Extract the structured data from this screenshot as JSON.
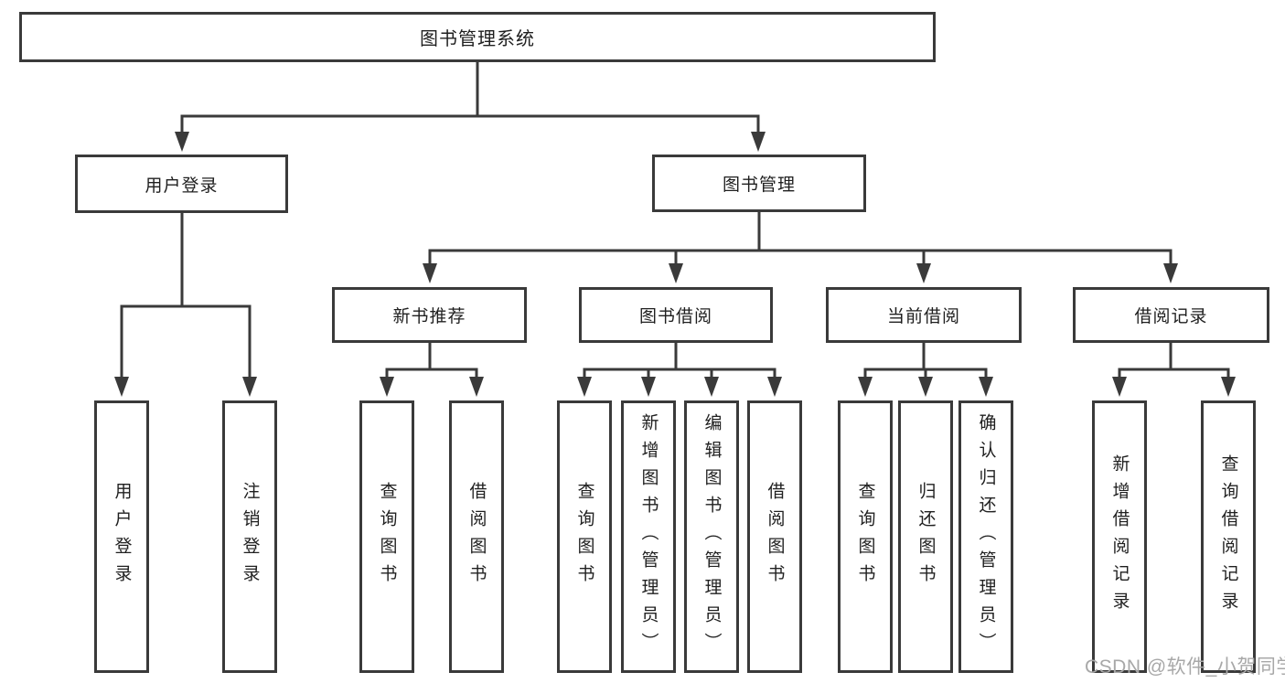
{
  "diagram": {
    "nodes": {
      "root": {
        "label": "图书管理系统"
      },
      "level2": [
        {
          "label": "用户登录",
          "parent": "图书管理系统"
        },
        {
          "label": "图书管理",
          "parent": "图书管理系统"
        }
      ],
      "level3": [
        {
          "label": "新书推荐",
          "parent": "图书管理"
        },
        {
          "label": "图书借阅",
          "parent": "图书管理"
        },
        {
          "label": "当前借阅",
          "parent": "图书管理"
        },
        {
          "label": "借阅记录",
          "parent": "图书管理"
        }
      ],
      "leaves": [
        {
          "label": "用户登录",
          "parent": "用户登录"
        },
        {
          "label": "注销登录",
          "parent": "用户登录"
        },
        {
          "label": "查询图书",
          "parent": "新书推荐"
        },
        {
          "label": "借阅图书",
          "parent": "新书推荐"
        },
        {
          "label": "查询图书",
          "parent": "图书借阅"
        },
        {
          "label": "新增图书（管理员）",
          "parent": "图书借阅"
        },
        {
          "label": "编辑图书（管理员）",
          "parent": "图书借阅"
        },
        {
          "label": "借阅图书",
          "parent": "图书借阅"
        },
        {
          "label": "查询图书",
          "parent": "当前借阅"
        },
        {
          "label": "归还图书",
          "parent": "当前借阅"
        },
        {
          "label": "确认归还（管理员）",
          "parent": "当前借阅"
        },
        {
          "label": "新增借阅记录",
          "parent": "借阅记录"
        },
        {
          "label": "查询借阅记录",
          "parent": "借阅记录"
        }
      ]
    }
  },
  "watermark": "CSDN @软件_小贺同学",
  "colors": {
    "line": "#3a3a3a",
    "text": "#1f1f1f",
    "watermark": "#a8a8a8",
    "background": "#ffffff"
  }
}
